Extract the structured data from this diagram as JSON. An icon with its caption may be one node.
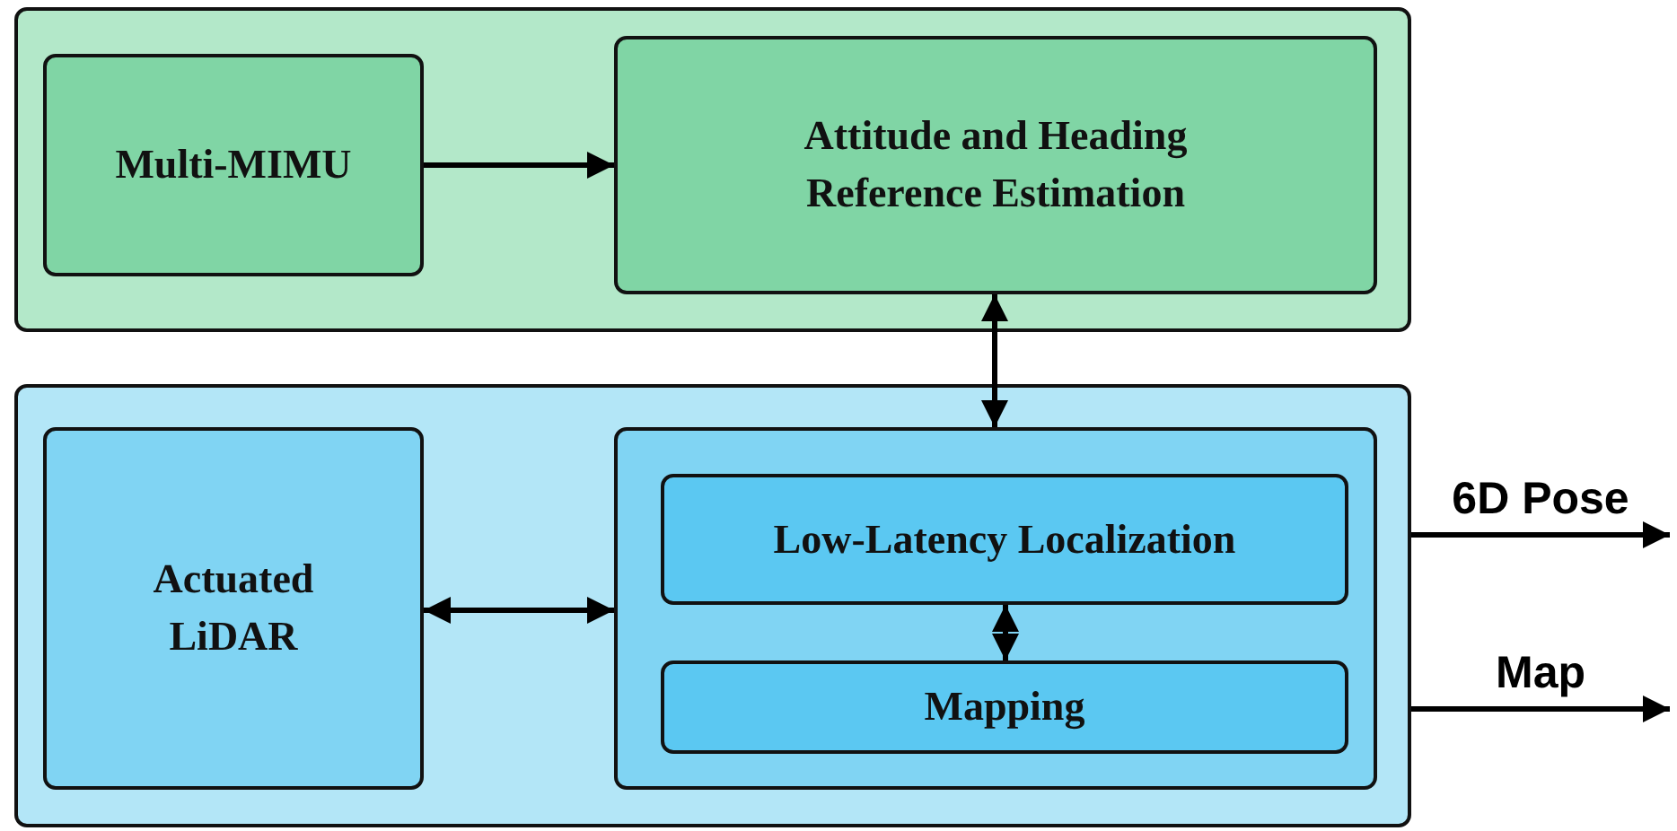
{
  "diagram": {
    "nodes": [
      {
        "text": [],
        "shape": "box"
      },
      {
        "text": [
          "Multi-MIMU"
        ],
        "in": 0
      },
      {
        "text": [
          "Attitude and Heading Reference Estimation"
        ],
        "in": 0
      },
      {
        "text": [],
        "shape": "box"
      },
      {
        "text": [
          "Actuated LiDAR"
        ],
        "in": 3
      },
      {
        "text": [],
        "shape": "box",
        "in": 3
      },
      {
        "text": [
          "Low-Latency Localization"
        ],
        "in": 5
      },
      {
        "text": [
          "Mapping"
        ],
        "in": 5
      }
    ],
    "edges": [
      {
        "from": 1,
        "to": 2,
        "arrow": "to"
      },
      {
        "from": 2,
        "to": 5,
        "arrow": "both"
      },
      {
        "from": 4,
        "to": 5,
        "arrow": "both"
      },
      {
        "from": 6,
        "to": 7,
        "arrow": "both"
      },
      {
        "from": 3,
        "to": null,
        "arrow": "to",
        "label": "6D Pose"
      },
      {
        "from": 3,
        "to": null,
        "arrow": "to",
        "label": "Map"
      }
    ]
  }
}
